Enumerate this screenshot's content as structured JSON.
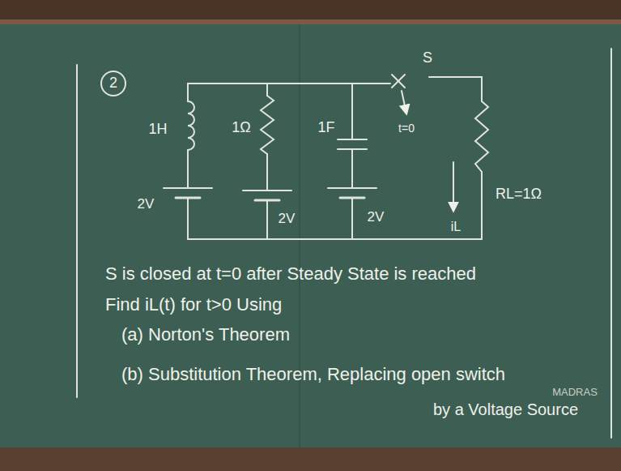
{
  "diagram": {
    "labels": [
      "2",
      "1H",
      "1Ω",
      "1F",
      "S",
      "t=0",
      "RL=1Ω",
      "iL",
      "2V",
      "2V",
      "2V",
      "S is closed at t=0 after Steady State is reached",
      "Find iL(t) for t>0 Using",
      "(a) Norton's Theorem",
      "(b) Substitution Theorem, Replacing open switch",
      "by a Voltage Source",
      "MADRAS"
    ]
  }
}
